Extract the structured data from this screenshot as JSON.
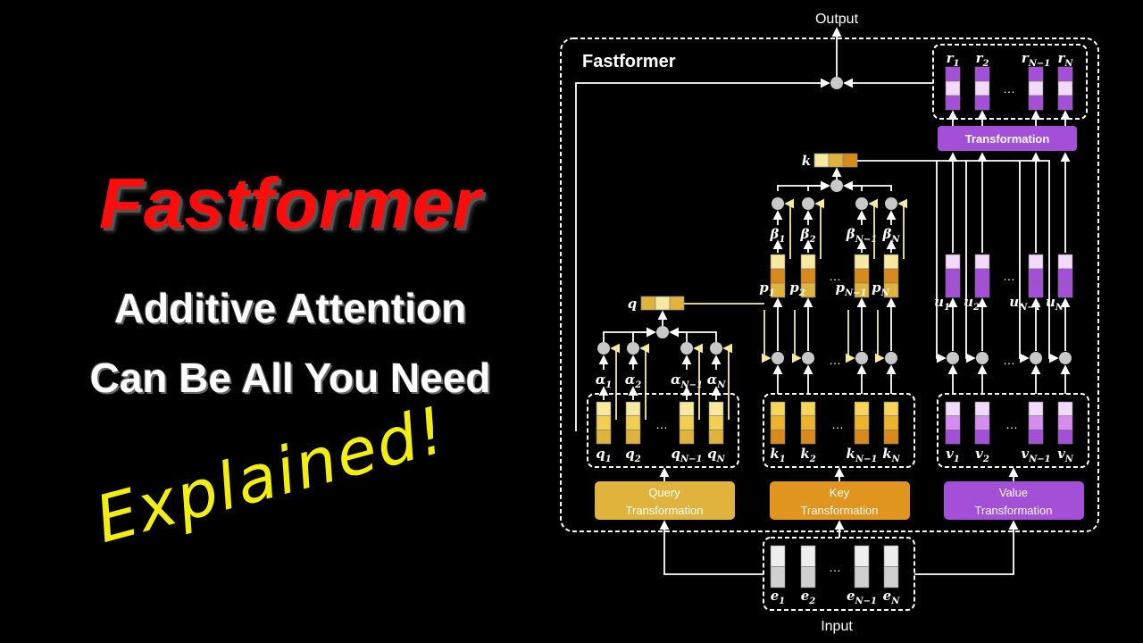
{
  "thumbnail": {
    "title": "Fastformer",
    "subtitle_line1": "Additive Attention",
    "subtitle_line2": "Can Be All You Need",
    "tagline": "Explained!"
  },
  "diagram": {
    "box_title": "Fastformer",
    "output_label": "Output",
    "input_label": "Input",
    "transformation_label": "Transformation",
    "query_transformation": "Query Transformation",
    "key_transformation": "Key Transformation",
    "value_transformation": "Value Transformation",
    "global_query_label": "q",
    "global_key_label": "k",
    "ellipsis": "…",
    "subscripts": [
      "1",
      "2",
      "N−1",
      "N"
    ],
    "column_groups": {
      "r": "r",
      "beta": "β",
      "p": "p",
      "u": "u",
      "alpha": "α",
      "q": "q",
      "k": "k",
      "v": "v",
      "e": "e"
    },
    "colors": {
      "query": "#e0b43c",
      "key": "#e0951f",
      "value": "#a34fd8",
      "input": "#d8d8d8",
      "node": "#c8c8c8",
      "q_light": "#f8e9a0",
      "k_dark": "#d88a1a",
      "v_light": "#f3d9fb",
      "v_mid": "#d58ef0"
    }
  }
}
